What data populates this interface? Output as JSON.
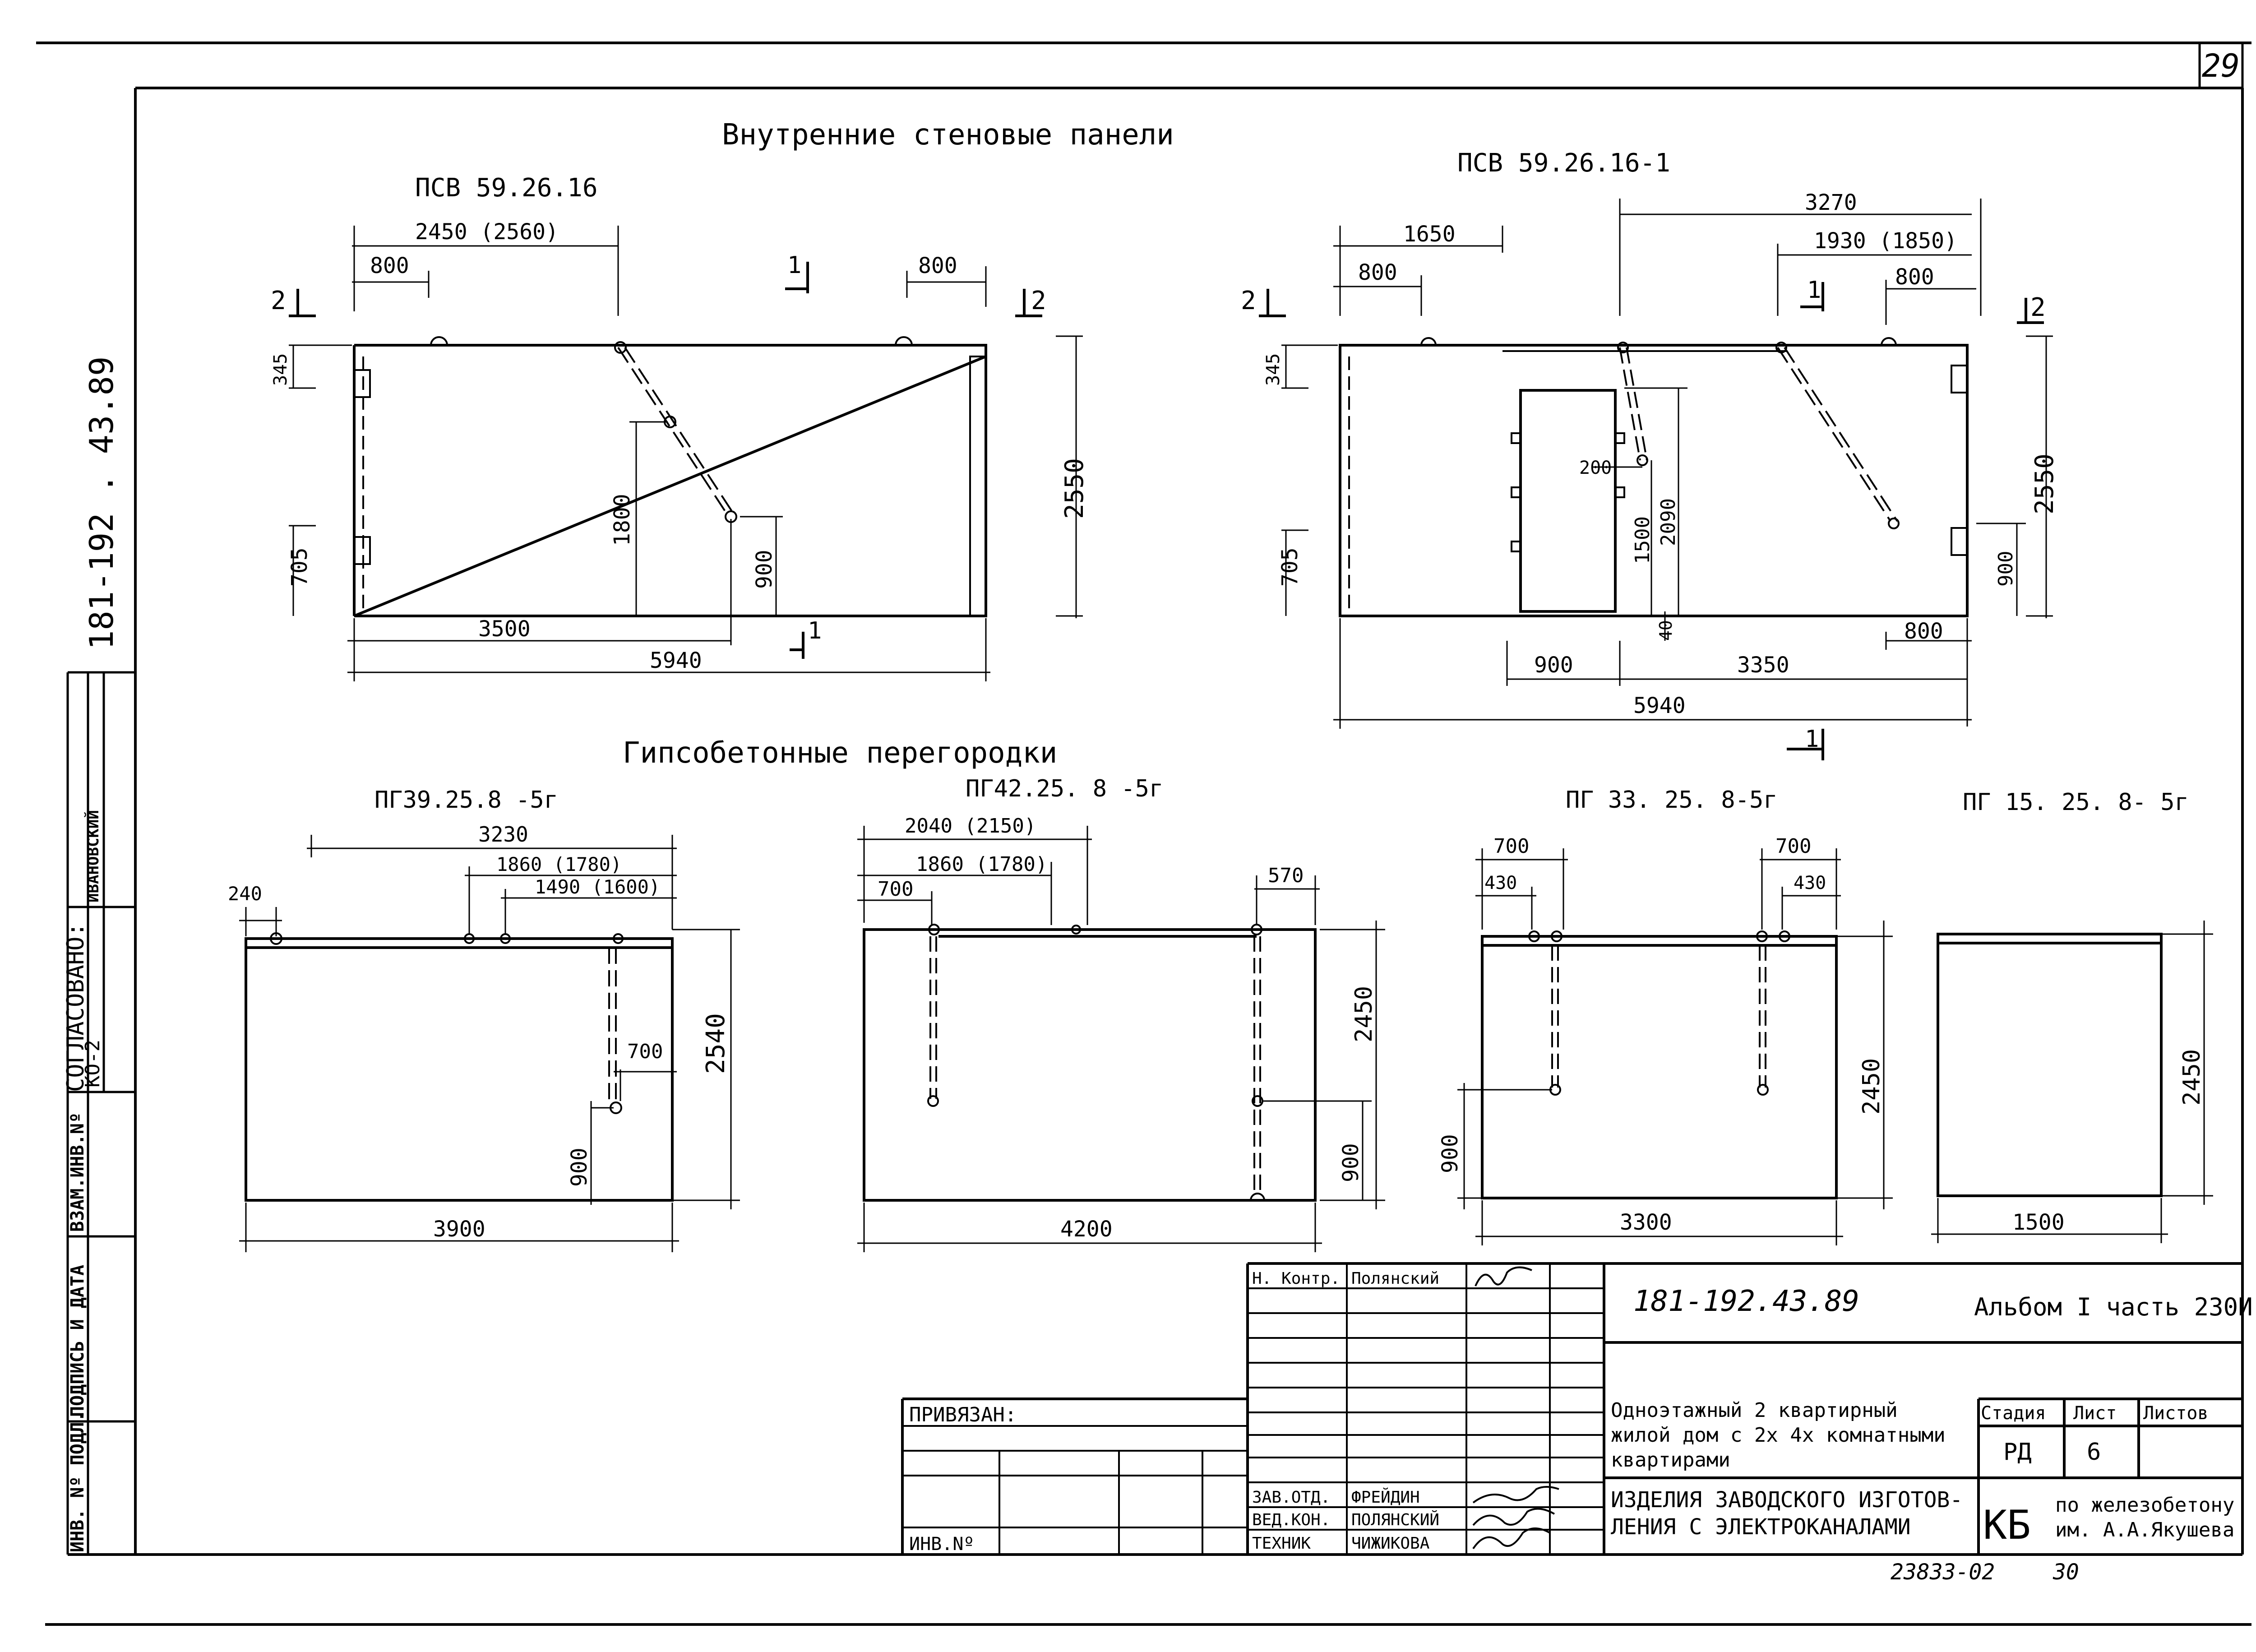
{
  "sheet": {
    "number": "29",
    "side_code": "181-192 . 43.89",
    "bottom_code": "23833-02",
    "bottom_page": "30"
  },
  "side_stamp": {
    "soglasovano": "СОГЛАСОВАНО:",
    "dept": "КО-2",
    "name": "ИВАНОВСКИЙ",
    "vzam_inv": "ВЗАМ.ИНВ.Nº",
    "podpis_data": "ПОДПИСЬ И ДАТА",
    "inv_podl": "ИНВ. Nº ПОДЛ."
  },
  "sections": {
    "panels_title": "Внутренние стеновые панели",
    "partitions_title": "Гипсобетонные перегородки"
  },
  "panel1": {
    "label": "ПСВ 59.26.16",
    "d_top_2450": "2450 (2560)",
    "d_top_800_l": "800",
    "d_top_800_r": "800",
    "d_345": "345",
    "d_705": "705",
    "d_1800": "1800",
    "d_900": "900",
    "d_2550": "2550",
    "d_3500": "3500",
    "d_5940": "5940",
    "cut_1": "1",
    "cut_2": "2"
  },
  "panel2": {
    "label": "ПСВ 59.26.16-1",
    "d_1650": "1650",
    "d_800_l": "800",
    "d_3270": "3270",
    "d_1930": "1930 (1850)",
    "d_800_r": "800",
    "d_345": "345",
    "d_705": "705",
    "d_200": "200",
    "d_1500": "1500",
    "d_2090": "2090",
    "d_40": "40",
    "d_2550": "2550",
    "d_900_r": "900",
    "d_900": "900",
    "d_3350": "3350",
    "d_800_b": "800",
    "d_5940": "5940",
    "cut_1": "1",
    "cut_2": "2"
  },
  "pg1": {
    "label": "ПГ39.25.8 -5г",
    "d_3230": "3230",
    "d_1860": "1860 (1780)",
    "d_1490": "1490 (1600)",
    "d_240": "240",
    "d_700": "700",
    "d_900": "900",
    "d_2540": "2540",
    "d_3900": "3900"
  },
  "pg2": {
    "label": "ПГ42.25. 8 -5г",
    "d_2040": "2040 (2150)",
    "d_1860": "1860 (1780)",
    "d_700": "700",
    "d_570": "570",
    "d_2450": "2450",
    "d_900": "900",
    "d_4200": "4200"
  },
  "pg3": {
    "label": "ПГ 33. 25. 8-5г",
    "d_700_l": "700",
    "d_430_l": "430",
    "d_700_r": "700",
    "d_430_r": "430",
    "d_2450": "2450",
    "d_900": "900",
    "d_3300": "3300"
  },
  "pg4": {
    "label": "ПГ 15. 25. 8- 5г",
    "d_2450": "2450",
    "d_1500": "1500"
  },
  "title_block": {
    "n_kontr": "Н. Контр.",
    "n_kontr_name": "Полянский",
    "doc_code": "181-192.43.89",
    "album": "Альбом I часть 230И",
    "privyazan": "ПРИВЯЗАН:",
    "inv_no": "ИНВ.Nº",
    "zav_otd": "ЗАВ.ОТД.",
    "zav_otd_name": "ФРЕЙДИН",
    "ved_kon": "ВЕД.КОН.",
    "ved_kon_name": "ПОЛЯНСКИЙ",
    "tekhnik": "ТЕХНИК",
    "tekhnik_name": "ЧИЖИКОВА",
    "object_line1": "Одноэтажный 2 квартирный",
    "object_line2": "жилой дом с 2х 4х комнатными",
    "object_line3": "квартирами",
    "sheet_line1": "ИЗДЕЛИЯ ЗАВОДСКОГО ИЗГОТОВ-",
    "sheet_line2": "ЛЕНИЯ С ЭЛЕКТРОКАНАЛАМИ",
    "stadia_h": "Стадия",
    "list_h": "Лист",
    "listov_h": "Листов",
    "stadia": "РД",
    "list": "6",
    "listov": "",
    "org_abbr": "КБ",
    "org_line1": "по железобетону",
    "org_line2": "им. А.А.Якушева"
  }
}
